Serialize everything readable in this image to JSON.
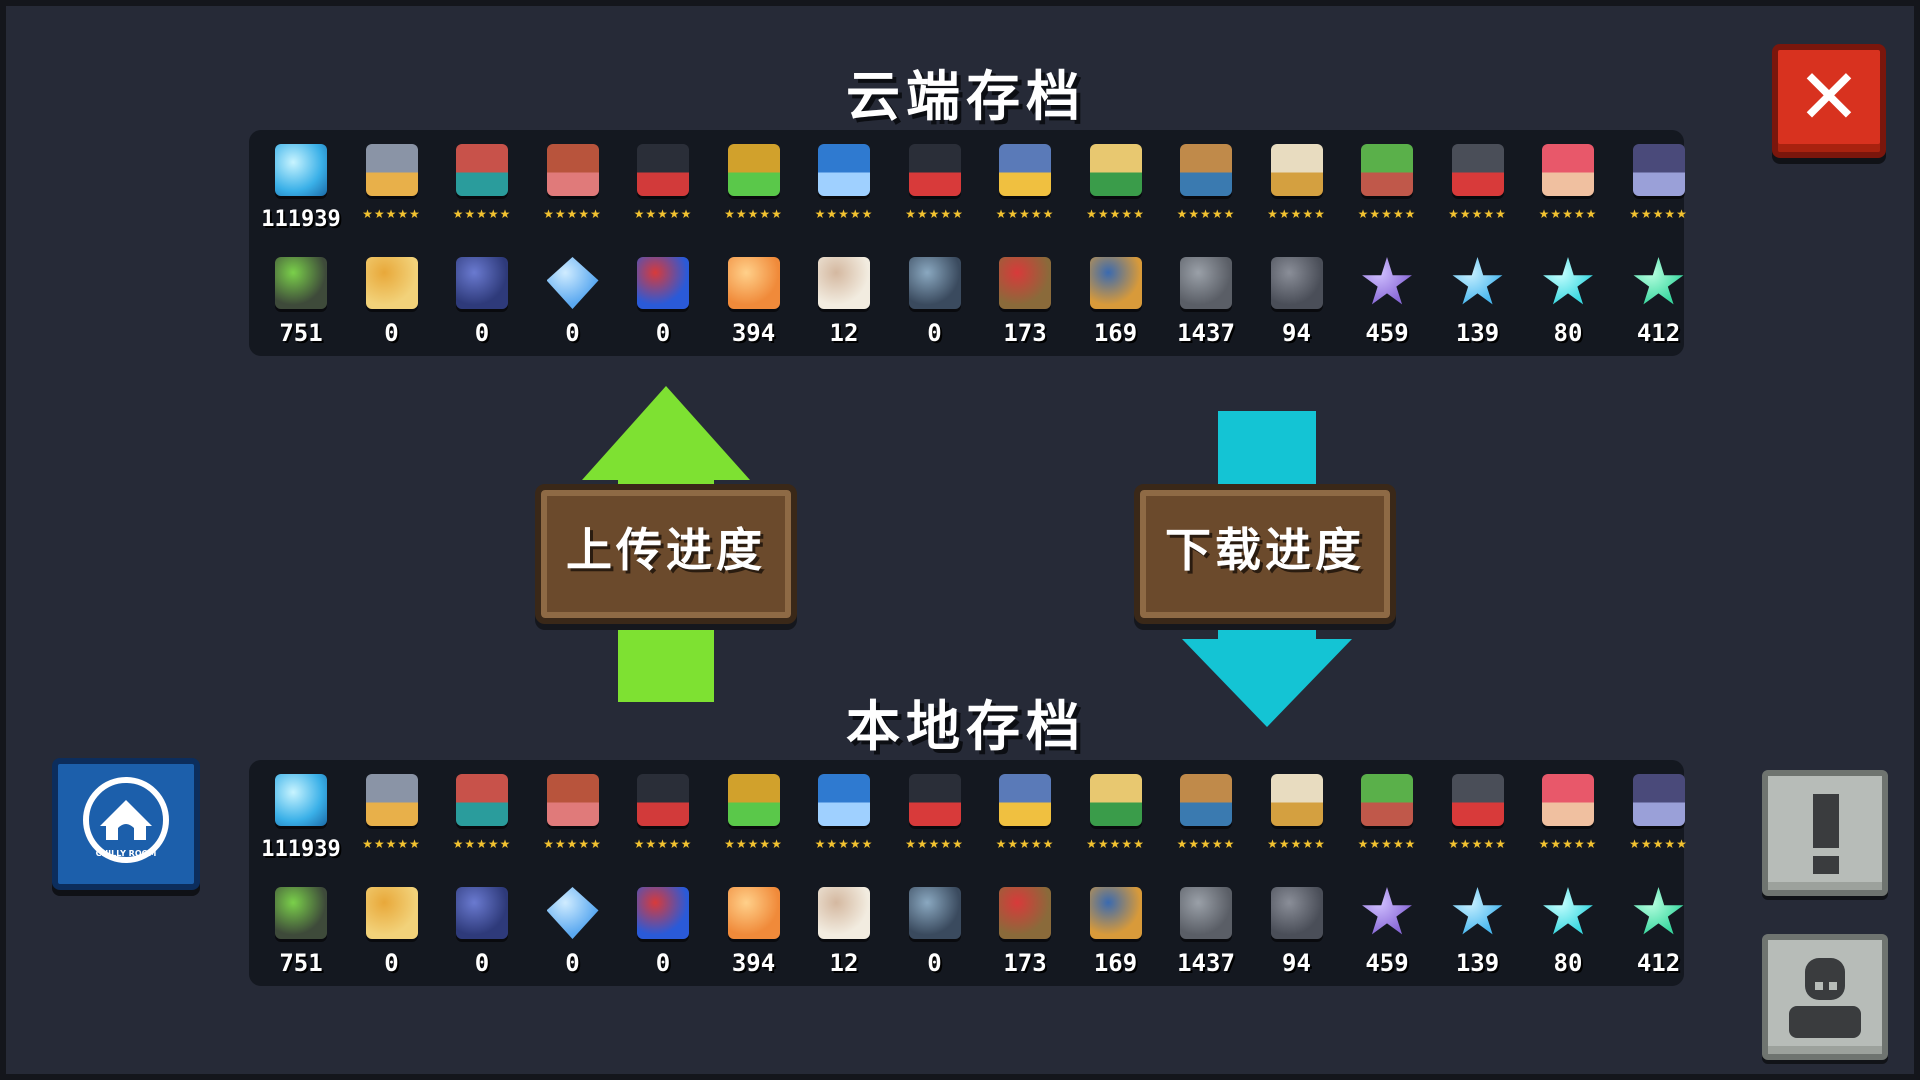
{
  "cloud_save": {
    "title": "云端存档",
    "gems": "111939",
    "heroes": [
      {
        "icon": "knight-icon",
        "color": "#8a94a6",
        "accent": "#e8b04a",
        "stars": "★★★★★"
      },
      {
        "icon": "rogue-icon",
        "color": "#c8524a",
        "accent": "#2a9c9c",
        "stars": "★★★★★"
      },
      {
        "icon": "wizard-icon",
        "color": "#b8543c",
        "accent": "#e07a7a",
        "stars": "★★★★★"
      },
      {
        "icon": "assassin-icon",
        "color": "#2a2e38",
        "accent": "#d23a3a",
        "stars": "★★★★★"
      },
      {
        "icon": "robot-icon",
        "color": "#d1a12c",
        "accent": "#5ac84a",
        "stars": "★★★★★"
      },
      {
        "icon": "engineer-icon",
        "color": "#2f7ad0",
        "accent": "#9fd0ff",
        "stars": "★★★★★"
      },
      {
        "icon": "vampire-icon",
        "color": "#2a2e38",
        "accent": "#d83a3a",
        "stars": "★★★★★"
      },
      {
        "icon": "paladin-icon",
        "color": "#5a7ab8",
        "accent": "#f0c040",
        "stars": "★★★★★"
      },
      {
        "icon": "elf-icon",
        "color": "#e8c870",
        "accent": "#3a9c4a",
        "stars": "★★★★★"
      },
      {
        "icon": "werewolf-icon",
        "color": "#c08a4a",
        "accent": "#3a7ab0",
        "stars": "★★★★★"
      },
      {
        "icon": "priest-icon",
        "color": "#e8dcc0",
        "accent": "#d4a040",
        "stars": "★★★★★"
      },
      {
        "icon": "druid-icon",
        "color": "#5ab04a",
        "accent": "#c0584a",
        "stars": "★★★★★"
      },
      {
        "icon": "berserker-icon",
        "color": "#4a4e58",
        "accent": "#d83a3a",
        "stars": "★★★★★"
      },
      {
        "icon": "alchemist-icon",
        "color": "#e8586a",
        "accent": "#f0c0a0",
        "stars": "★★★★★"
      },
      {
        "icon": "necromancer-icon",
        "color": "#4a4a7a",
        "accent": "#9aa0d8",
        "stars": "★★★★★"
      }
    ],
    "materials": [
      {
        "icon": "battery-icon",
        "color": "#3e4a3a",
        "accent": "#7ad04a",
        "value": "751"
      },
      {
        "icon": "holy-book-icon",
        "color": "#f2d27a",
        "accent": "#e8a83a",
        "value": "0"
      },
      {
        "icon": "dark-book-icon",
        "color": "#2e3a7a",
        "accent": "#6a7ad0",
        "value": "0"
      },
      {
        "icon": "crystal-icon",
        "color": "#5aa8f0",
        "accent": "#d0ecff",
        "value": "0"
      },
      {
        "icon": "magic-orb-icon",
        "color": "#2a5ad8",
        "accent": "#d83a3a",
        "value": "0"
      },
      {
        "icon": "ore-icon",
        "color": "#f08a3a",
        "accent": "#ffd08a",
        "value": "394"
      },
      {
        "icon": "seed-bag-icon",
        "color": "#f2ece0",
        "accent": "#d4b8a0",
        "value": "12"
      },
      {
        "icon": "fish-plate-icon",
        "color": "#3a4a5e",
        "accent": "#8aa8c0",
        "value": "0"
      },
      {
        "icon": "hammer-icon",
        "color": "#8a6a3a",
        "accent": "#d83a3a",
        "value": "173"
      },
      {
        "icon": "horn-icon",
        "color": "#d89a3a",
        "accent": "#3a6ab0",
        "value": "169"
      },
      {
        "icon": "gear-icon",
        "color": "#5a5e66",
        "accent": "#9aa0a8",
        "value": "1437"
      },
      {
        "icon": "stone-icon",
        "color": "#4a4e58",
        "accent": "#8a8e98",
        "value": "94"
      },
      {
        "icon": "purple-shard-icon",
        "color": "#8a6ad8",
        "accent": "#d0c0ff",
        "value": "459"
      },
      {
        "icon": "blue-shard-icon",
        "color": "#4ab8f0",
        "accent": "#c8f0ff",
        "value": "139"
      },
      {
        "icon": "cyan-shard-icon",
        "color": "#3ad8e0",
        "accent": "#c8ffff",
        "value": "80"
      },
      {
        "icon": "green-shard-icon",
        "color": "#3ad8a0",
        "accent": "#b8ffe0",
        "value": "412"
      }
    ]
  },
  "local_save": {
    "title": "本地存档",
    "gems": "111939",
    "heroes": [
      {
        "icon": "knight-icon",
        "color": "#8a94a6",
        "accent": "#e8b04a",
        "stars": "★★★★★"
      },
      {
        "icon": "rogue-icon",
        "color": "#c8524a",
        "accent": "#2a9c9c",
        "stars": "★★★★★"
      },
      {
        "icon": "wizard-icon",
        "color": "#b8543c",
        "accent": "#e07a7a",
        "stars": "★★★★★"
      },
      {
        "icon": "assassin-icon",
        "color": "#2a2e38",
        "accent": "#d23a3a",
        "stars": "★★★★★"
      },
      {
        "icon": "robot-icon",
        "color": "#d1a12c",
        "accent": "#5ac84a",
        "stars": "★★★★★"
      },
      {
        "icon": "engineer-icon",
        "color": "#2f7ad0",
        "accent": "#9fd0ff",
        "stars": "★★★★★"
      },
      {
        "icon": "vampire-icon",
        "color": "#2a2e38",
        "accent": "#d83a3a",
        "stars": "★★★★★"
      },
      {
        "icon": "paladin-icon",
        "color": "#5a7ab8",
        "accent": "#f0c040",
        "stars": "★★★★★"
      },
      {
        "icon": "elf-icon",
        "color": "#e8c870",
        "accent": "#3a9c4a",
        "stars": "★★★★★"
      },
      {
        "icon": "werewolf-icon",
        "color": "#c08a4a",
        "accent": "#3a7ab0",
        "stars": "★★★★★"
      },
      {
        "icon": "priest-icon",
        "color": "#e8dcc0",
        "accent": "#d4a040",
        "stars": "★★★★★"
      },
      {
        "icon": "druid-icon",
        "color": "#5ab04a",
        "accent": "#c0584a",
        "stars": "★★★★★"
      },
      {
        "icon": "berserker-icon",
        "color": "#4a4e58",
        "accent": "#d83a3a",
        "stars": "★★★★★"
      },
      {
        "icon": "alchemist-icon",
        "color": "#e8586a",
        "accent": "#f0c0a0",
        "stars": "★★★★★"
      },
      {
        "icon": "necromancer-icon",
        "color": "#4a4a7a",
        "accent": "#9aa0d8",
        "stars": "★★★★★"
      }
    ],
    "materials": [
      {
        "icon": "battery-icon",
        "color": "#3e4a3a",
        "accent": "#7ad04a",
        "value": "751"
      },
      {
        "icon": "holy-book-icon",
        "color": "#f2d27a",
        "accent": "#e8a83a",
        "value": "0"
      },
      {
        "icon": "dark-book-icon",
        "color": "#2e3a7a",
        "accent": "#6a7ad0",
        "value": "0"
      },
      {
        "icon": "crystal-icon",
        "color": "#5aa8f0",
        "accent": "#d0ecff",
        "value": "0"
      },
      {
        "icon": "magic-orb-icon",
        "color": "#2a5ad8",
        "accent": "#d83a3a",
        "value": "0"
      },
      {
        "icon": "ore-icon",
        "color": "#f08a3a",
        "accent": "#ffd08a",
        "value": "394"
      },
      {
        "icon": "seed-bag-icon",
        "color": "#f2ece0",
        "accent": "#d4b8a0",
        "value": "12"
      },
      {
        "icon": "fish-plate-icon",
        "color": "#3a4a5e",
        "accent": "#8aa8c0",
        "value": "0"
      },
      {
        "icon": "hammer-icon",
        "color": "#8a6a3a",
        "accent": "#d83a3a",
        "value": "173"
      },
      {
        "icon": "horn-icon",
        "color": "#d89a3a",
        "accent": "#3a6ab0",
        "value": "169"
      },
      {
        "icon": "gear-icon",
        "color": "#5a5e66",
        "accent": "#9aa0a8",
        "value": "1437"
      },
      {
        "icon": "stone-icon",
        "color": "#4a4e58",
        "accent": "#8a8e98",
        "value": "94"
      },
      {
        "icon": "purple-shard-icon",
        "color": "#8a6ad8",
        "accent": "#d0c0ff",
        "value": "459"
      },
      {
        "icon": "blue-shard-icon",
        "color": "#4ab8f0",
        "accent": "#c8f0ff",
        "value": "139"
      },
      {
        "icon": "cyan-shard-icon",
        "color": "#3ad8e0",
        "accent": "#c8ffff",
        "value": "80"
      },
      {
        "icon": "green-shard-icon",
        "color": "#3ad8a0",
        "accent": "#b8ffe0",
        "value": "412"
      }
    ]
  },
  "actions": {
    "upload_label": "上传进度",
    "download_label": "下载进度",
    "close_glyph": "✕",
    "upload_arrow_color": "#7ee132",
    "download_arrow_color": "#14c4d4"
  },
  "side_buttons": {
    "logo_icon": "chillyroom-logo-icon",
    "logo_text": "CHILLY ROOM",
    "info_icon": "exclamation-icon",
    "profile_icon": "user-silhouette-icon"
  },
  "theme": {
    "background": "#262a37",
    "panel": "#141820",
    "star_color": "#f2c230",
    "close_red": "#d8321f",
    "logo_blue": "#1c5fab"
  }
}
